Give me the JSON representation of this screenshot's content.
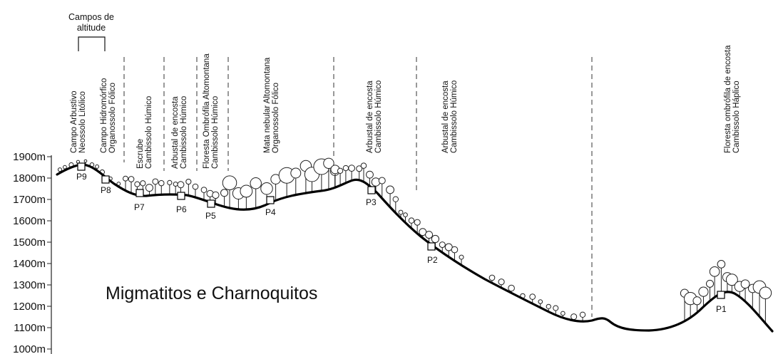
{
  "axis": {
    "ticks": [
      "1900m",
      "1800m",
      "1700m",
      "1600m",
      "1500m",
      "1400m",
      "1300m",
      "1200m",
      "1100m",
      "1000m"
    ]
  },
  "header": {
    "group_title_line1": "Campos de",
    "group_title_line2": "altitude"
  },
  "zones": [
    {
      "line1": "Campo Arbustivo",
      "line2": "Neossolo Litólico"
    },
    {
      "line1": "Campo Hidromórfico",
      "line2": "Organossolo Fólico"
    },
    {
      "line1": "Escrube",
      "line2": "Cambissolo Húmico"
    },
    {
      "line1": "Arbustal de encosta",
      "line2": "Cambissolo Húmico"
    },
    {
      "line1": "Floresta Ombrófila Altomontana",
      "line2": "Cambissolo Húmico"
    },
    {
      "line1": "Mata nebular Altomontana",
      "line2": "Organossolo Fólico"
    },
    {
      "line1": "Arbustal de encosta",
      "line2": "Cambissolo Húmico"
    },
    {
      "line1": "Arbustal de encosta",
      "line2": "Cambissolo Húmico"
    },
    {
      "line1": "Floresta ombrófila de encosta",
      "line2": "Cambissolo Háplico"
    }
  ],
  "plots": [
    "P9",
    "P8",
    "P7",
    "P6",
    "P5",
    "P4",
    "P3",
    "P2",
    "P1"
  ],
  "geology_label": "Migmatitos e Charnoquitos"
}
